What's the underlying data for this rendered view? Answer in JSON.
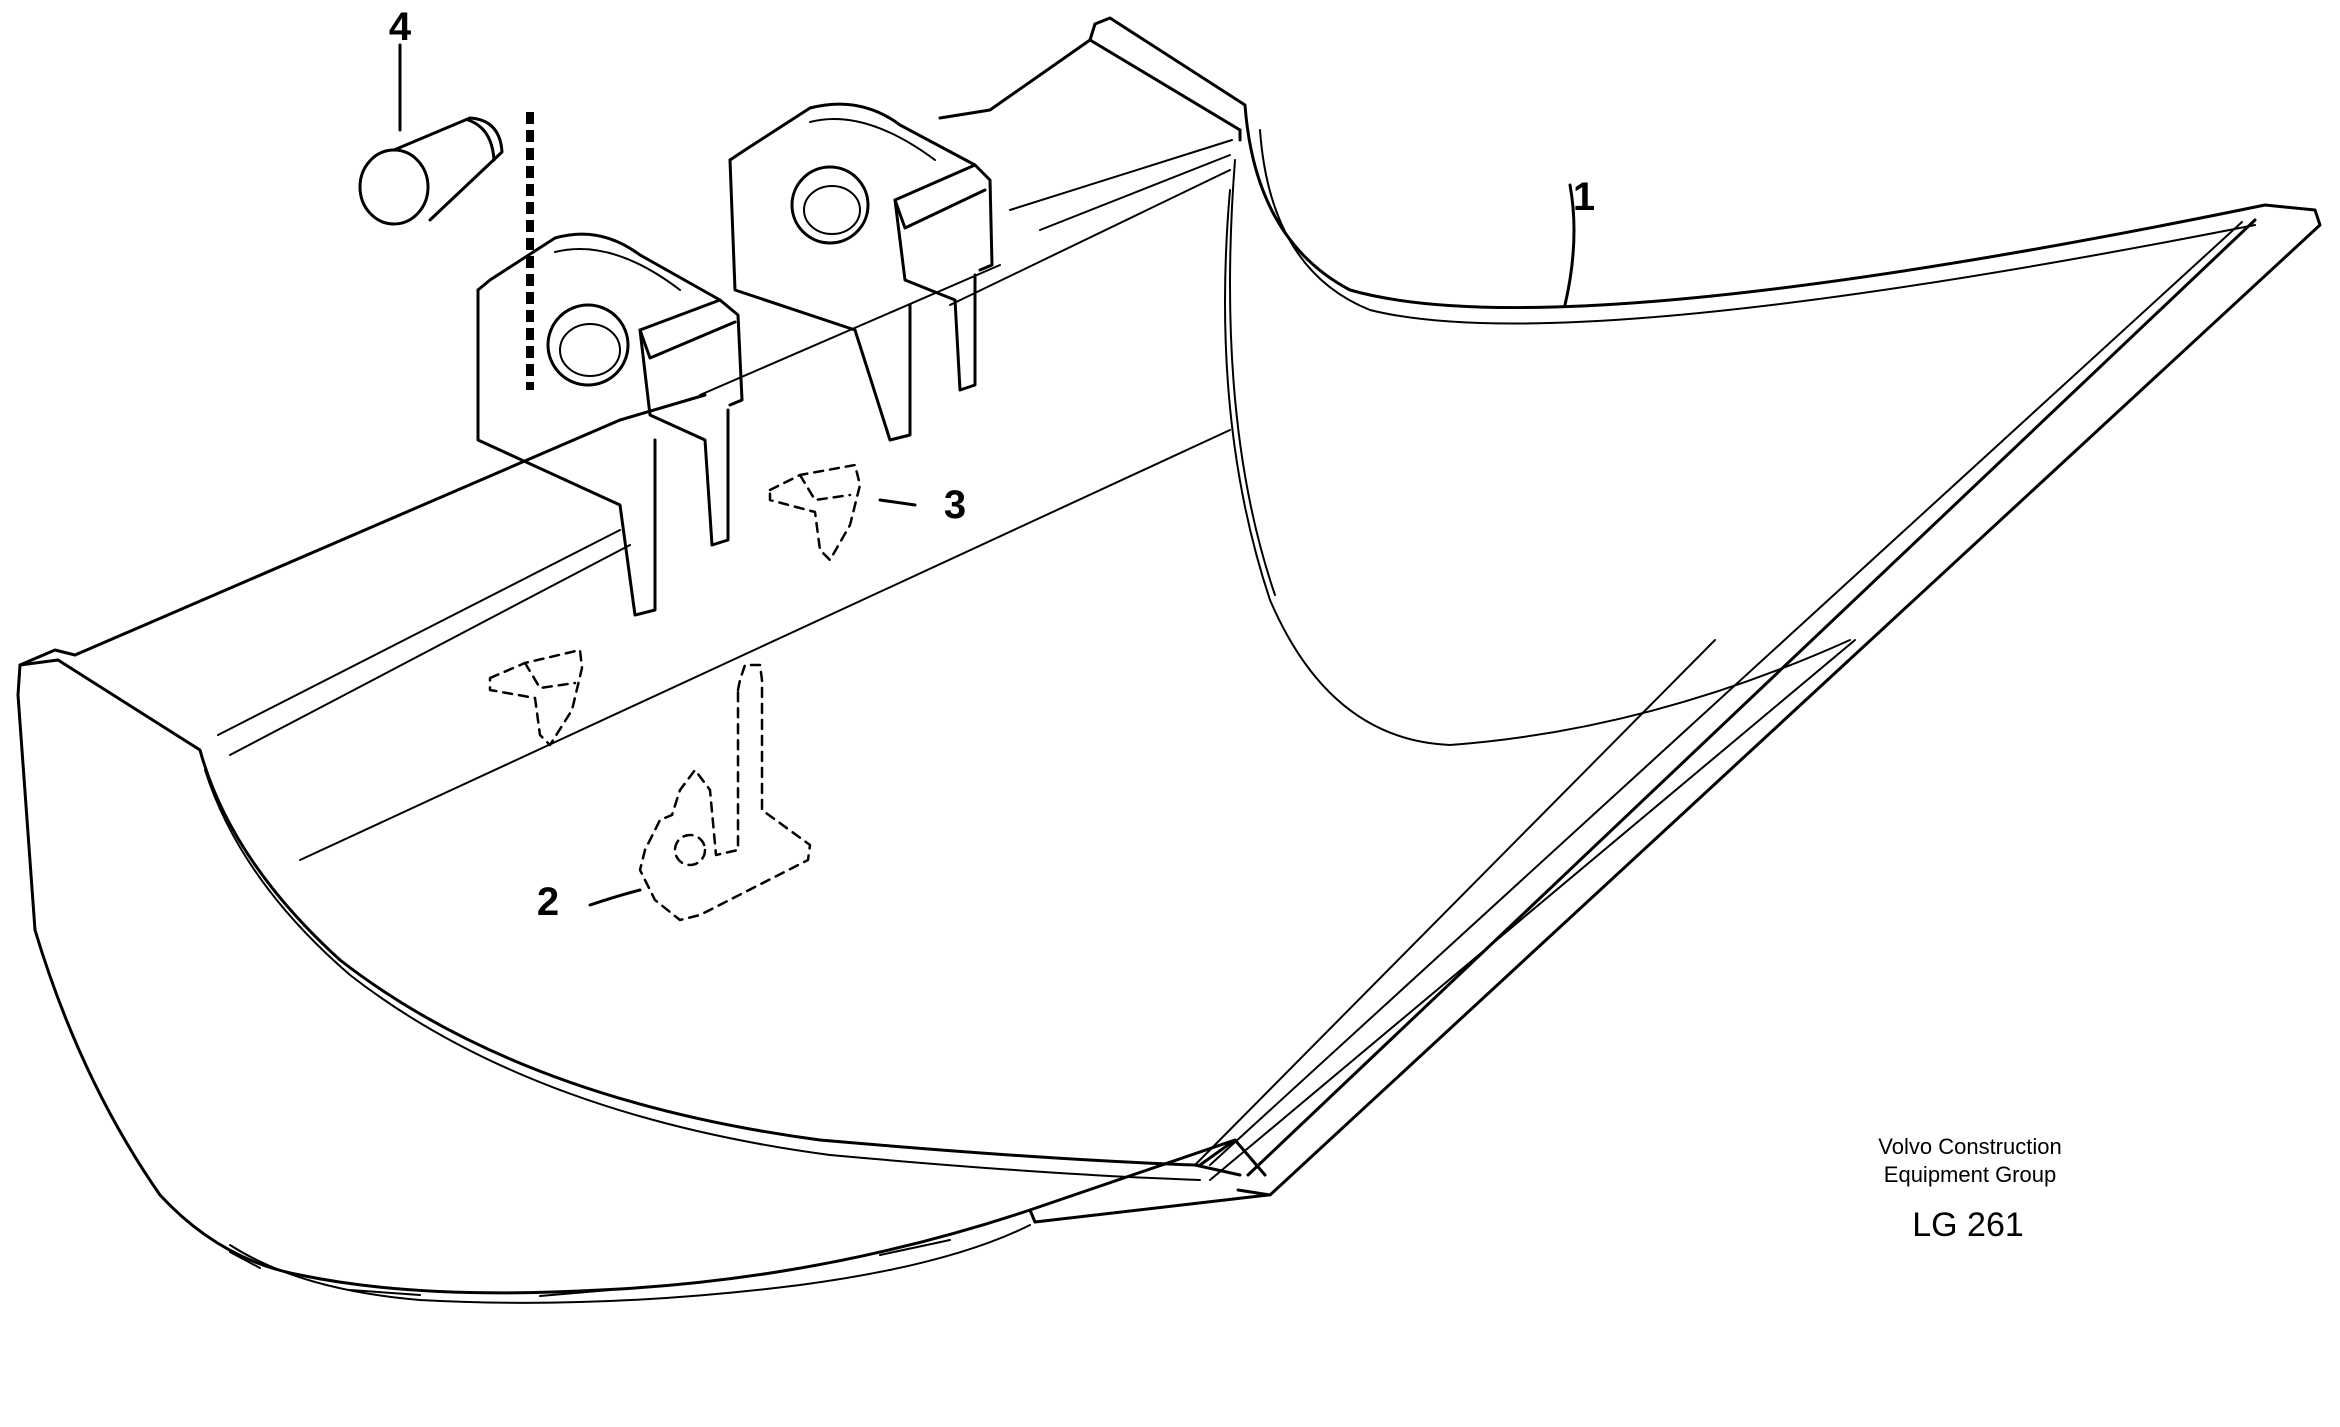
{
  "callouts": [
    {
      "id": "1",
      "label": "1"
    },
    {
      "id": "2",
      "label": "2"
    },
    {
      "id": "3",
      "label": "3"
    },
    {
      "id": "4",
      "label": "4"
    }
  ],
  "footer": {
    "company_line1": "Volvo Construction",
    "company_line2": "Equipment Group",
    "drawing_code": "LG 261"
  }
}
